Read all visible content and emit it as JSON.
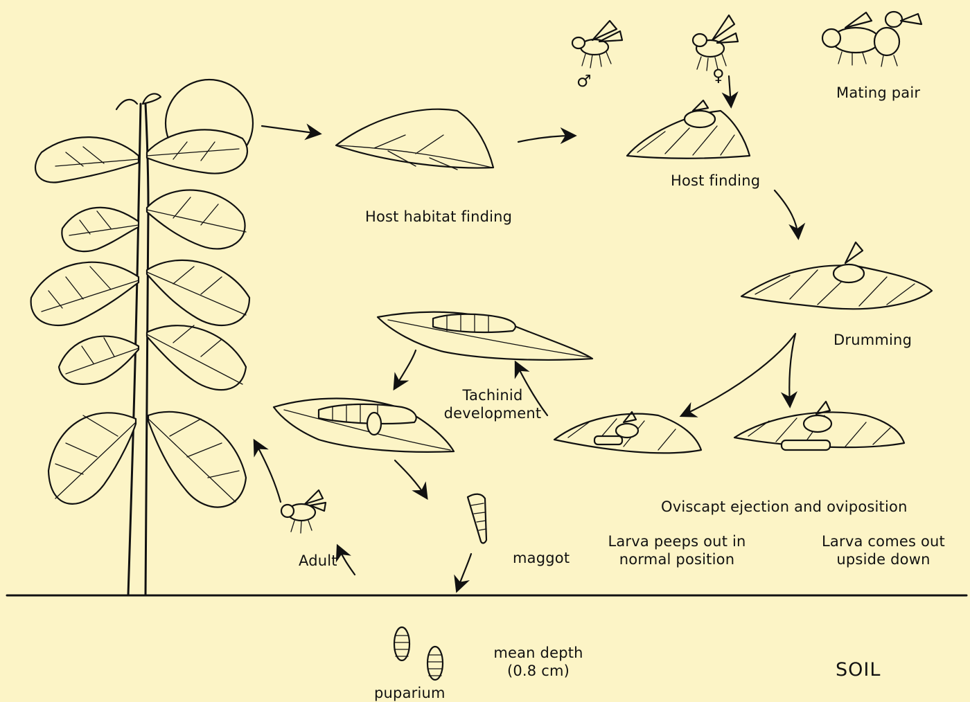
{
  "labels": {
    "host_habitat_finding": "Host habitat finding",
    "host_finding": "Host finding",
    "mating_pair": "Mating pair",
    "male_symbol": "♂",
    "female_symbol": "♀",
    "drumming": "Drumming",
    "oviscapt": "Oviscapt ejection and oviposition",
    "larva_normal": "Larva peeps out in\nnormal position",
    "larva_upside": "Larva comes out\nupside down",
    "tachinid_development": "Tachinid\ndevelopment",
    "maggot": "maggot",
    "adult": "Adult",
    "mean_depth": "mean depth\n(0.8 cm)",
    "puparium": "puparium",
    "soil": "SOIL"
  },
  "colors": {
    "background": "#fcf4c6",
    "ink": "#111111"
  }
}
